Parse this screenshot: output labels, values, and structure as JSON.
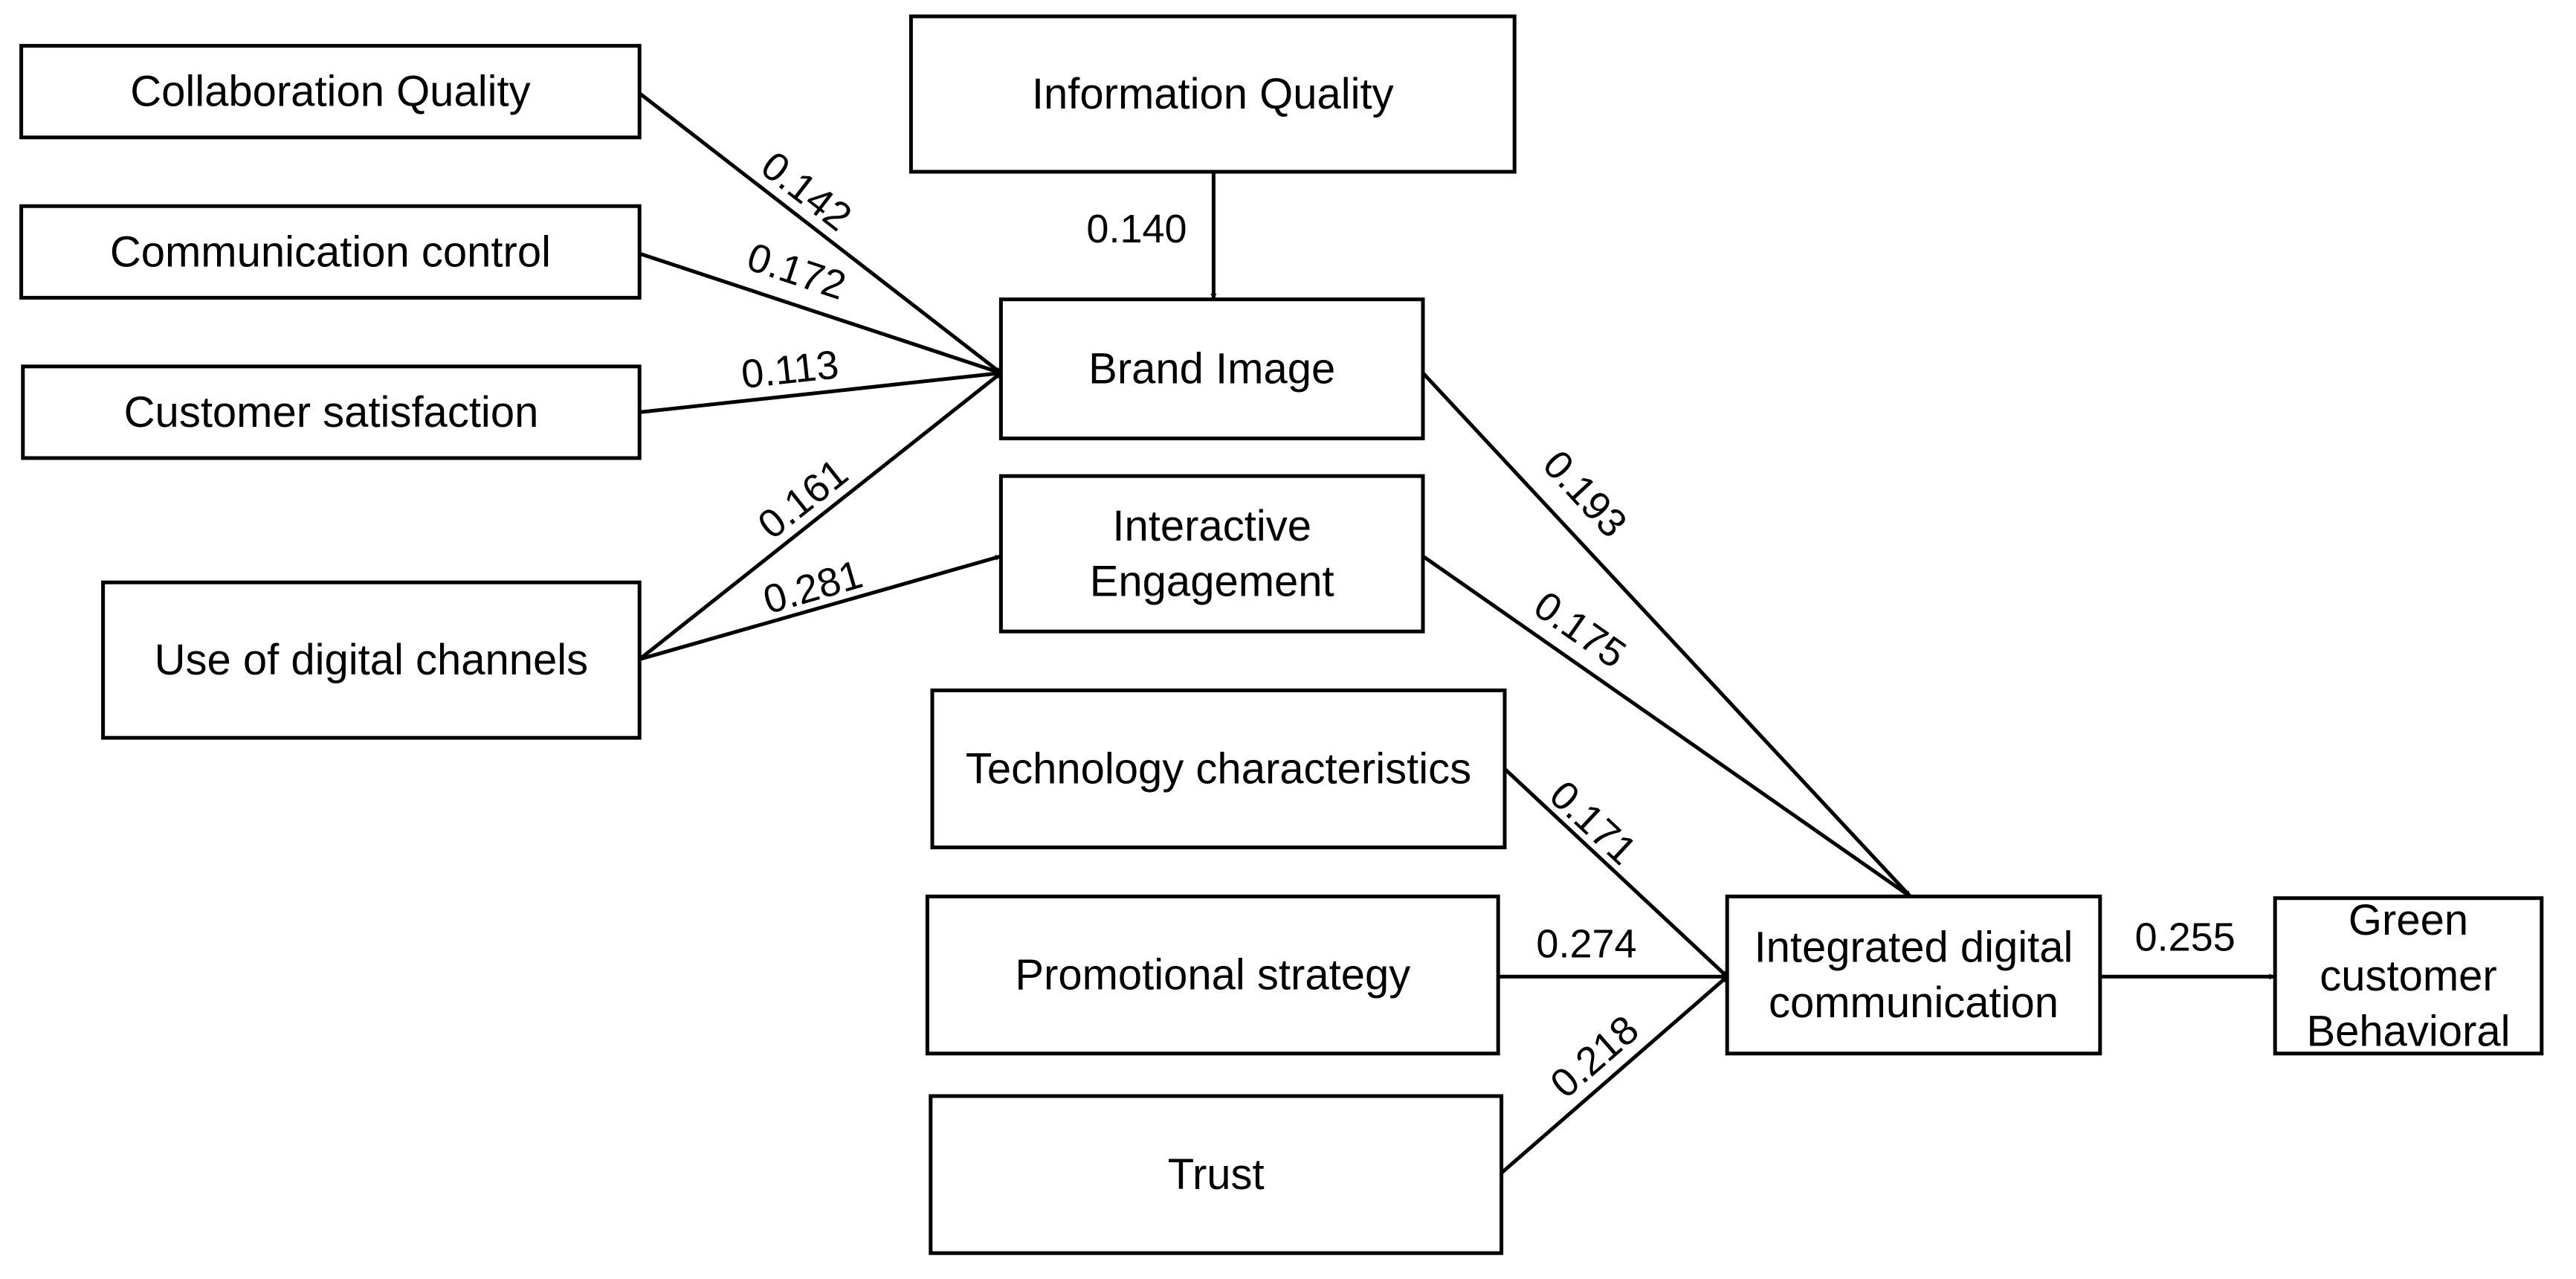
{
  "nodes": {
    "collaboration_quality": "Collaboration Quality",
    "communication_control": "Communication control",
    "customer_satisfaction": "Customer satisfaction",
    "use_of_digital_channels": "Use of digital channels",
    "information_quality": "Information Quality",
    "brand_image": "Brand Image",
    "interactive_engagement": [
      "Interactive",
      "Engagement"
    ],
    "technology_characteristics": "Technology characteristics",
    "promotional_strategy": "Promotional strategy",
    "trust": "Trust",
    "integrated_digital_communication": [
      "Integrated digital",
      "communication"
    ],
    "green_customer_behavioral": [
      "Green",
      "customer",
      "Behavioral"
    ]
  },
  "edges": [
    {
      "from": "collaboration_quality",
      "to": "brand_image",
      "coef": "0.142"
    },
    {
      "from": "communication_control",
      "to": "brand_image",
      "coef": "0.172"
    },
    {
      "from": "customer_satisfaction",
      "to": "brand_image",
      "coef": "0.113"
    },
    {
      "from": "use_of_digital_channels",
      "to": "brand_image",
      "coef": "0.161"
    },
    {
      "from": "use_of_digital_channels",
      "to": "interactive_engagement",
      "coef": "0.281"
    },
    {
      "from": "information_quality",
      "to": "brand_image",
      "coef": "0.140"
    },
    {
      "from": "brand_image",
      "to": "integrated_digital_communication",
      "coef": "0.193"
    },
    {
      "from": "interactive_engagement",
      "to": "integrated_digital_communication",
      "coef": "0.175"
    },
    {
      "from": "technology_characteristics",
      "to": "integrated_digital_communication",
      "coef": "0.171"
    },
    {
      "from": "promotional_strategy",
      "to": "integrated_digital_communication",
      "coef": "0.274"
    },
    {
      "from": "trust",
      "to": "integrated_digital_communication",
      "coef": "0.218"
    },
    {
      "from": "integrated_digital_communication",
      "to": "green_customer_behavioral",
      "coef": "0.255"
    }
  ]
}
